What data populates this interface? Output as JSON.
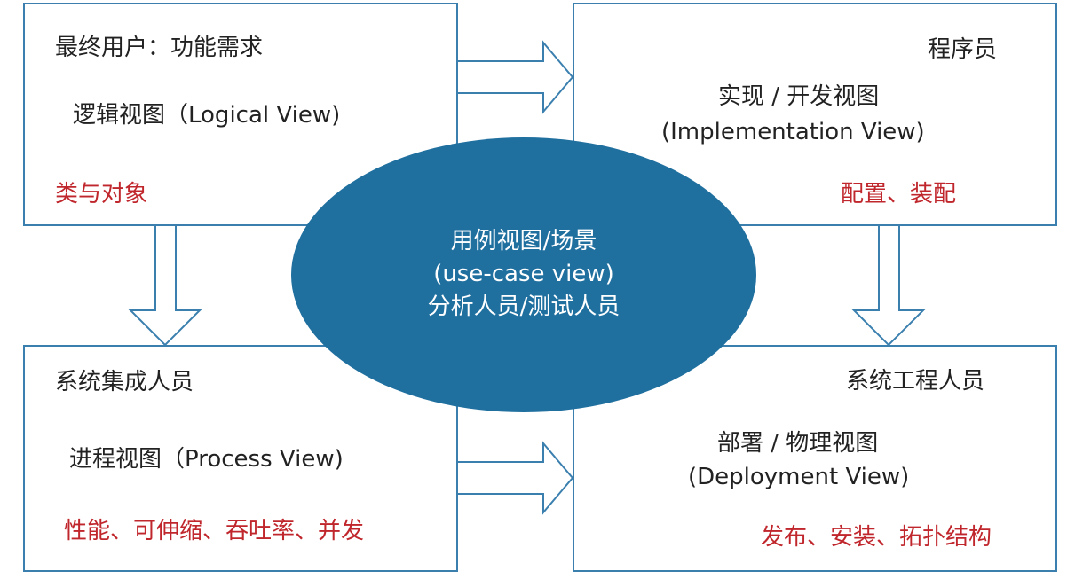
{
  "logical": {
    "role": "最终用户：功能需求",
    "view": "逻辑视图（Logical View)",
    "concern": "类与对象"
  },
  "implementation": {
    "role": "程序员",
    "view_line1": "实现 / 开发视图",
    "view_line2": "(Implementation View)",
    "concern": "配置、装配"
  },
  "process": {
    "role": "系统集成人员",
    "view": "进程视图（Process View)",
    "concern": "性能、可伸缩、吞吐率、并发"
  },
  "deployment": {
    "role": "系统工程人员",
    "view_line1": "部署 / 物理视图",
    "view_line2": "(Deployment View)",
    "concern": "发布、安装、拓扑结构"
  },
  "usecase": {
    "line1": "用例视图/场景",
    "line2": "(use-case view)",
    "line3": "分析人员/测试人员"
  },
  "colors": {
    "border": "#3a7fae",
    "ellipse_fill": "#1f6f9f",
    "concern_text": "#c0272d"
  }
}
